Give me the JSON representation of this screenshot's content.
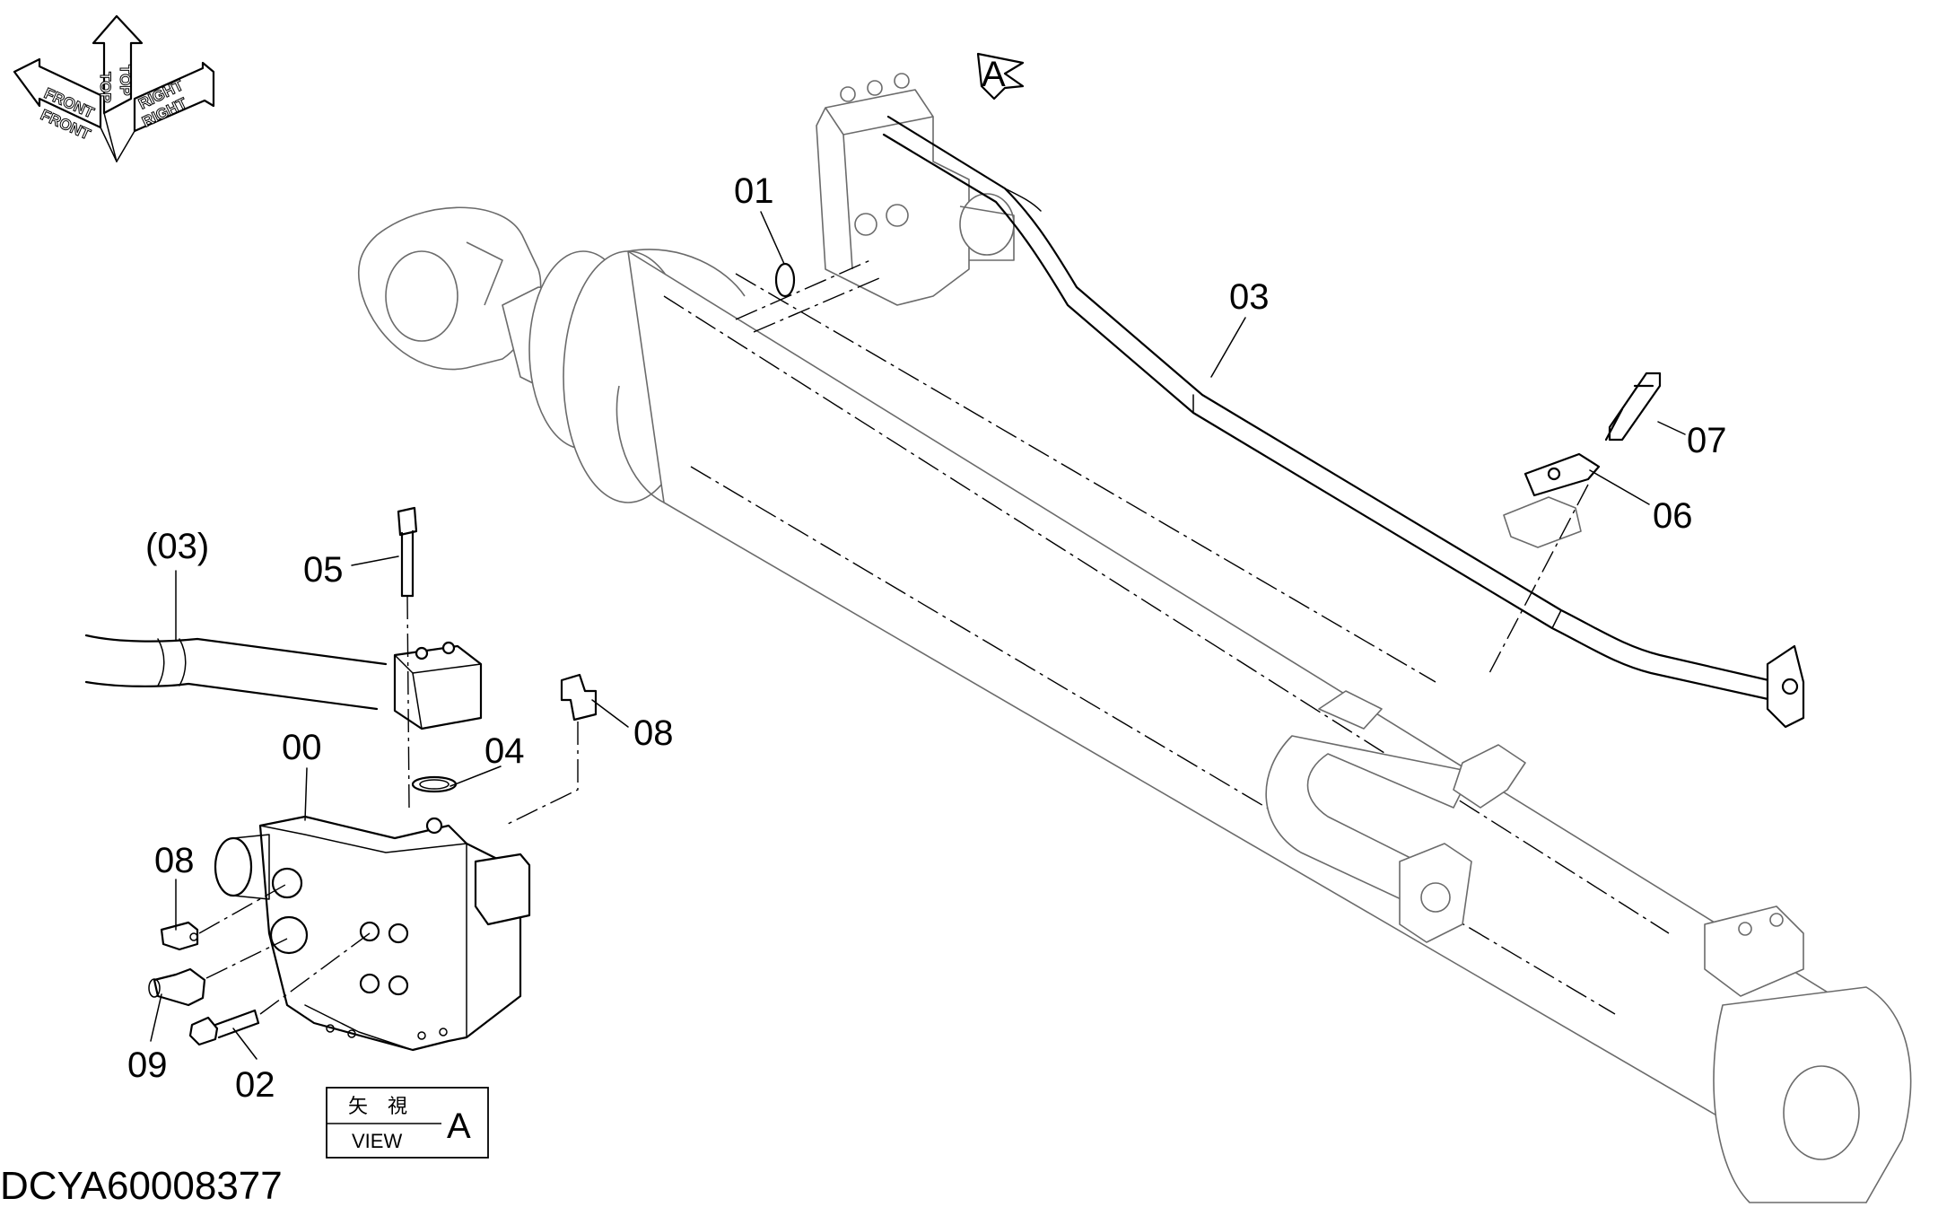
{
  "orientation": {
    "labels": [
      "FRONT",
      "FRONT",
      "TOP",
      "TOP",
      "RIGHT",
      "RIGHT"
    ]
  },
  "callouts": {
    "p01": "01",
    "p03": "03",
    "p03ref": "(03)",
    "p05": "05",
    "p00": "00",
    "p04": "04",
    "p08a": "08",
    "p08b": "08",
    "p07": "07",
    "p06": "06",
    "p09": "09",
    "p02": "02"
  },
  "view_marker": {
    "letter": "A"
  },
  "view_box": {
    "jp_label": "矢　視",
    "en_label": "VIEW",
    "letter": "A"
  },
  "drawing_code": "DCYA60008377"
}
